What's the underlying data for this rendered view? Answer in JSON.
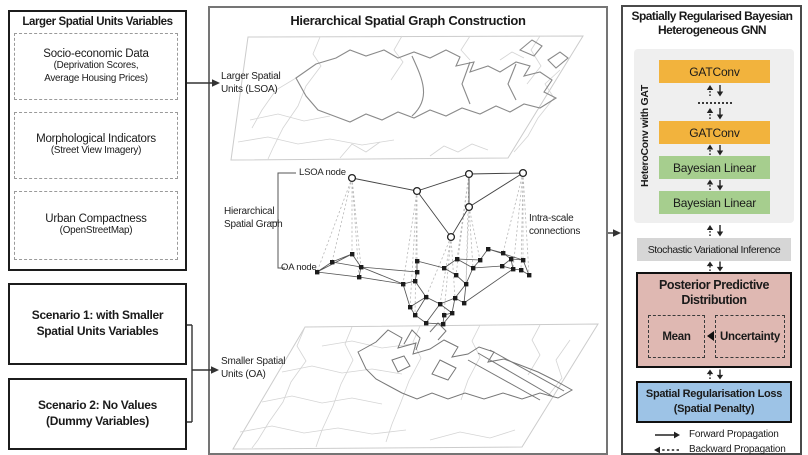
{
  "left": {
    "title": "Larger Spatial Units Variables",
    "boxes": [
      {
        "title": "Socio-economic Data",
        "sub": [
          "(Deprivation Scores,",
          "Average Housing Prices)"
        ]
      },
      {
        "title": "Morphological Indicators",
        "sub": [
          "(Street View Imagery)"
        ]
      },
      {
        "title": "Urban Compactness",
        "sub": [
          "(OpenStreetMap)"
        ]
      }
    ],
    "scenario1": [
      "Scenario 1: with Smaller",
      "Spatial Units Variables"
    ],
    "scenario2": [
      "Scenario 2: No Values",
      "(Dummy Variables)"
    ]
  },
  "middle": {
    "title": "Hierarchical Spatial Graph Construction",
    "larger_units": [
      "Larger Spatial",
      "Units (LSOA)"
    ],
    "smaller_units": [
      "Smaller Spatial",
      "Units (OA)"
    ],
    "hier_graph": [
      "Hierarchical",
      "Spatial Graph"
    ],
    "lsoa_node": "LSOA node",
    "oa_node": "OA node",
    "intra_scale": [
      "Intra-scale",
      "connections"
    ]
  },
  "right": {
    "title": [
      "Spatially Regularised Bayesian",
      "Heterogeneous GNN"
    ],
    "heteroconv": "HeteroConv with GAT",
    "gatconv1": "GATConv",
    "gatconv2": "GATConv",
    "bayes1": "Bayesian Linear",
    "bayes2": "Bayesian Linear",
    "svi": "Stochastic Variational Inference",
    "ppd_title": [
      "Posterior Predictive",
      "Distribution"
    ],
    "mean": "Mean",
    "uncertainty": "Uncertainty",
    "loss": [
      "Spatial Regularisation Loss",
      "(Spatial Penalty)"
    ],
    "legend_forward": "Forward Propagation",
    "legend_backward": "Backward Propagation"
  },
  "colors": {
    "gatconv_orange": "#F2B33D",
    "bayesian_green": "#A6CE8E",
    "heteroconv_gray": "#EFEFEF",
    "svi_gray": "#D6D6D6",
    "posterior_pink": "#DFB8B2",
    "loss_blue": "#9DC3E6",
    "map_light_line": "#D2D2D2",
    "map_dark_line": "#8A8A8A"
  }
}
